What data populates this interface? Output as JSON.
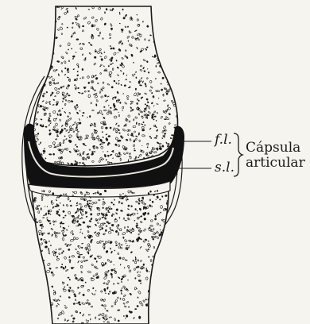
{
  "figure": {
    "ink": "#1a1a1a",
    "paper": "#f6f4ee",
    "labels": {
      "fibrous_layer": "f.l.",
      "synovial_layer": "s.l.",
      "caption_line1": "Cápsula",
      "caption_line2": "articular"
    }
  }
}
